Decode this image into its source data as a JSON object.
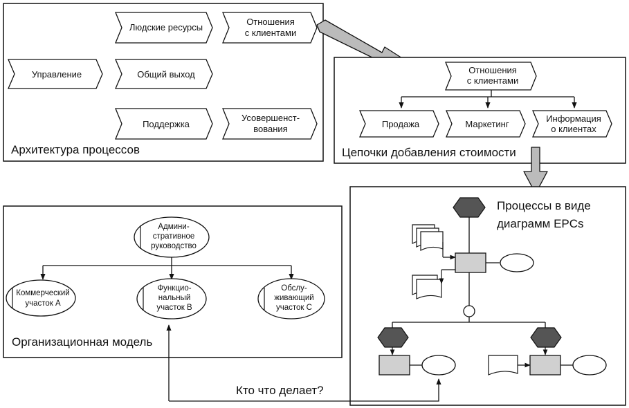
{
  "architecture": {
    "title": "Архитектура процессов",
    "human_resources": "Людские ресурсы",
    "customer_relations": [
      "Отношения",
      "с клиентами"
    ],
    "management": "Управление",
    "common_output": "Общий выход",
    "support": "Поддержка",
    "improvement": [
      "Усовершенст-",
      "вования"
    ]
  },
  "value_chain": {
    "title": "Цепочки добавления стоимости",
    "parent": [
      "Отношения",
      "с клиентами"
    ],
    "sales": "Продажа",
    "marketing": "Маркетинг",
    "customer_info": [
      "Информация",
      "о клиентах"
    ]
  },
  "epc": {
    "title": [
      "Процессы в виде",
      "диаграмм EPCs"
    ]
  },
  "org_model": {
    "title": "Организационная модель",
    "admin": [
      "Админи-",
      "стративное",
      "руководство"
    ],
    "commercial": [
      "Коммерческий",
      "участок А"
    ],
    "functional": [
      "Функцио-",
      "нальный",
      "участок В"
    ],
    "service": [
      "Обслу-",
      "живающий",
      "участок С"
    ]
  },
  "link_label": "Кто что делает?",
  "colors": {
    "line": "#111111",
    "shape_fill": "#d0d0d0",
    "event_fill": "#555555"
  }
}
